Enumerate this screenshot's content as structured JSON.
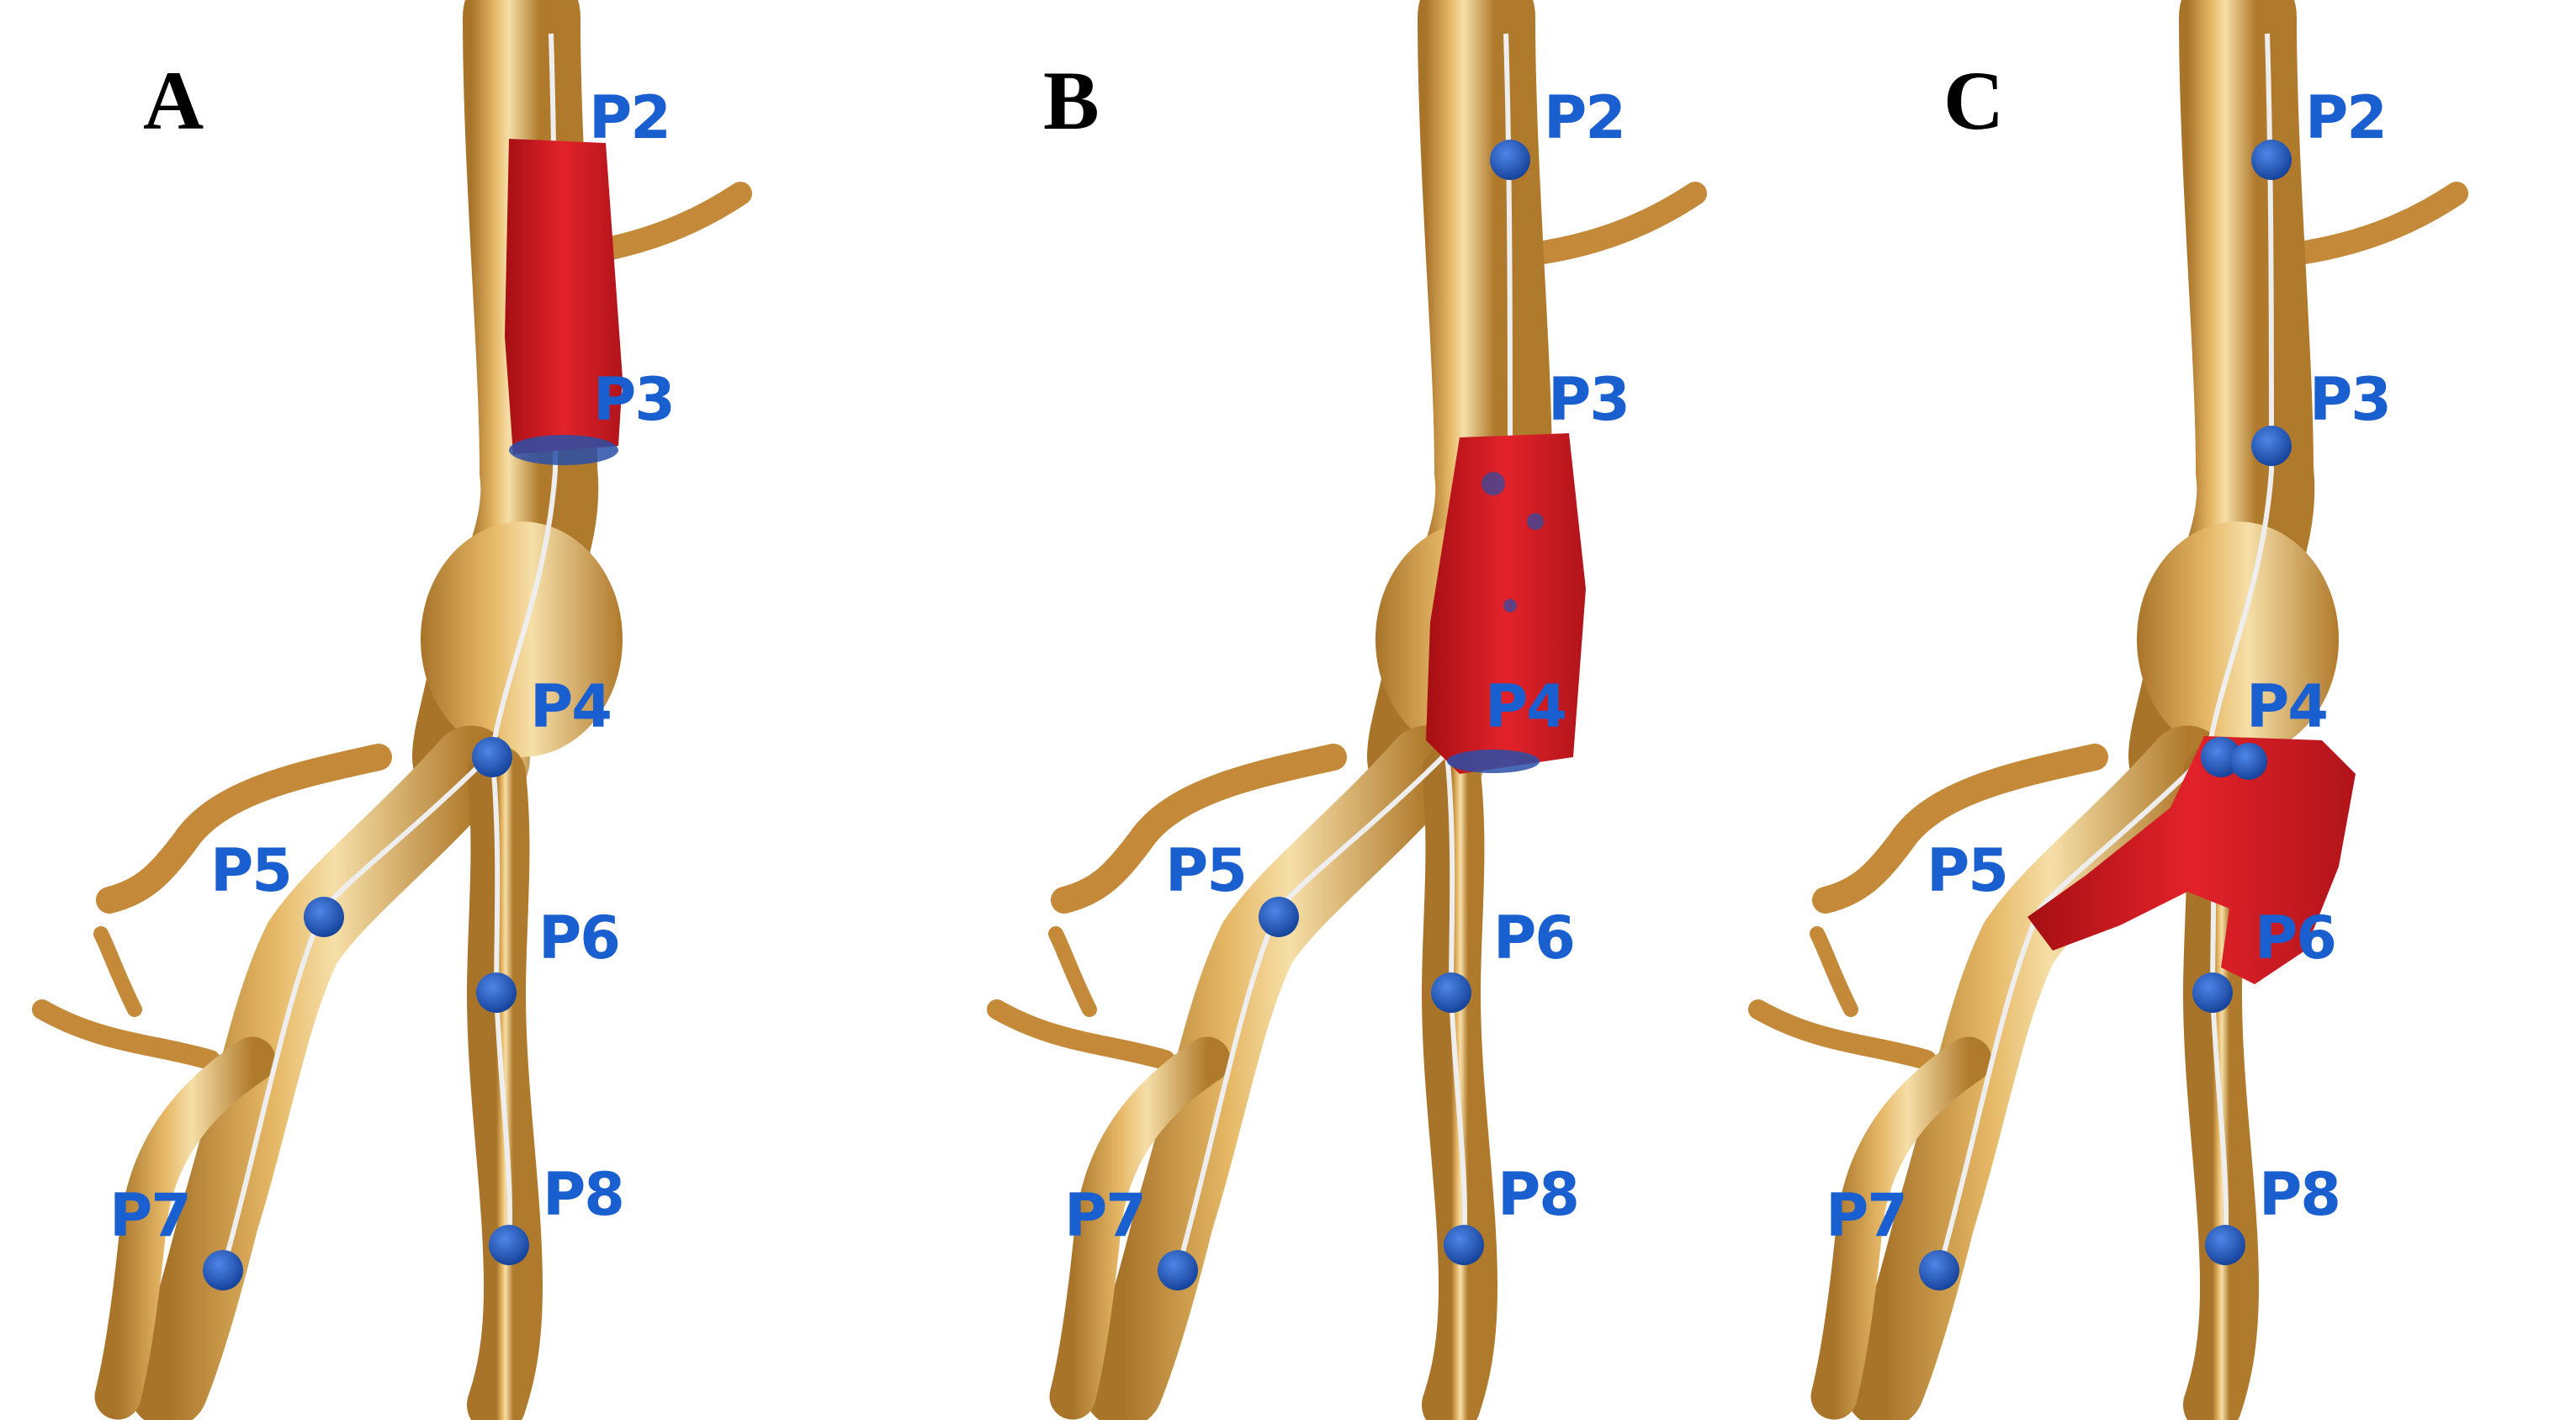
{
  "panels": [
    {
      "letter": "A",
      "occlusion_segment": "P2-P3"
    },
    {
      "letter": "B",
      "occlusion_segment": "P3-P4"
    },
    {
      "letter": "C",
      "occlusion_segment": "P4-P5-P6"
    }
  ],
  "points": {
    "p2": "P2",
    "p3": "P3",
    "p4": "P4",
    "p5": "P5",
    "p6": "P6",
    "p7": "P7",
    "p8": "P8"
  },
  "colors": {
    "vessel": "#d9a24a",
    "vessel_highlight": "#f2d9a0",
    "vessel_shadow": "#9c6a22",
    "occlusion": "#d9181e",
    "occlusion_dark": "#9e0f12",
    "centerline": "#e8e8e8",
    "marker": "#1a55c4",
    "label": "#1a5fd0"
  }
}
